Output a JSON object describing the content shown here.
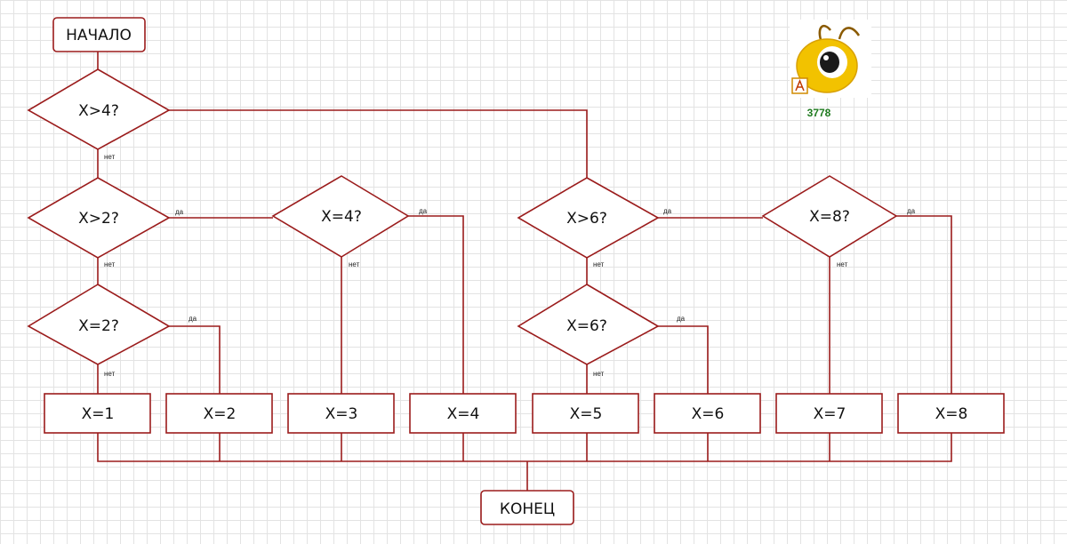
{
  "flowchart": {
    "start": "НАЧАЛО",
    "end": "КОНЕЦ",
    "decisions": {
      "d1": "X>4?",
      "d2": "X>2?",
      "d3": "X=2?",
      "d4": "X=4?",
      "d5": "X>6?",
      "d6": "X=6?",
      "d7": "X=8?"
    },
    "results": [
      "X=1",
      "X=2",
      "X=3",
      "X=4",
      "X=5",
      "X=6",
      "X=7",
      "X=8"
    ],
    "labels": {
      "yes": "да",
      "no": "нет"
    }
  },
  "logo": {
    "icon": "ant-mascot-icon",
    "count": "3778"
  },
  "colors": {
    "stroke": "#9b1c1c",
    "grid": "#e3e3e3",
    "count": "#1e7a1e"
  }
}
